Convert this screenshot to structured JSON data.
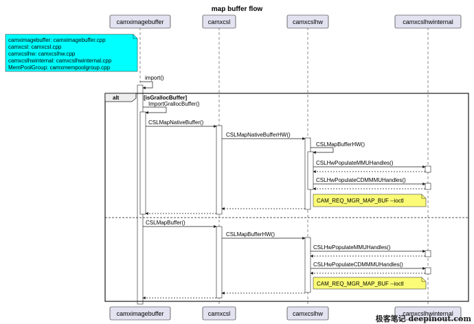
{
  "title": "map buffer flow",
  "participants": [
    "camximagebuffer",
    "camxcsl",
    "camxcslhw",
    "camxcslhwinternal"
  ],
  "source_note": [
    "camximagebuffer: camximagebuffer.cpp",
    "camxcsl: camxcsl.cpp",
    "camxcslhw: camxcslhw.cpp",
    "camxcslhwinternal: camxcslhwinternal.cpp",
    "MemPoolGroup: camxmempoolgroup.cpp"
  ],
  "messages": {
    "import": "import()",
    "import_gralloc": "ImportGrallocBuffer()",
    "csl_map_native": "CSLMapNativeBuffer()",
    "csl_map_native_hw": "CSLMapNativeBufferHW()",
    "csl_map_buffer_hw_self": "CSLMapBufferHW()",
    "populate_mmu_1": "CSLHwPopulateMMUHandles()",
    "populate_cdm_1": "CSLHwPopulateCDMMMUHandles()",
    "csl_map_buffer": "CSLMapBuffer()",
    "csl_map_buffer_hw": "CSLMapBufferHW()",
    "populate_mmu_2": "CSLHwPopulateMMUHandles()",
    "populate_cdm_2": "CSLHwPopulateCDMMMUHandles()"
  },
  "alt": {
    "keyword": "alt",
    "guard": "[isGrallocBuffer]"
  },
  "ioctl_notes": [
    "CAM_REQ_MGR_MAP_BUF --ioctl",
    "CAM_REQ_MGR_MAP_BUF --ioctl"
  ],
  "watermark": "极客笔记 deepinout.com",
  "colors": {
    "participant_fill": "#e2e2f0",
    "participant_stroke": "#181818",
    "source_note_fill": "#00ffff",
    "ioctl_note_fill": "#fbfb77",
    "lifeline": "#888888"
  }
}
